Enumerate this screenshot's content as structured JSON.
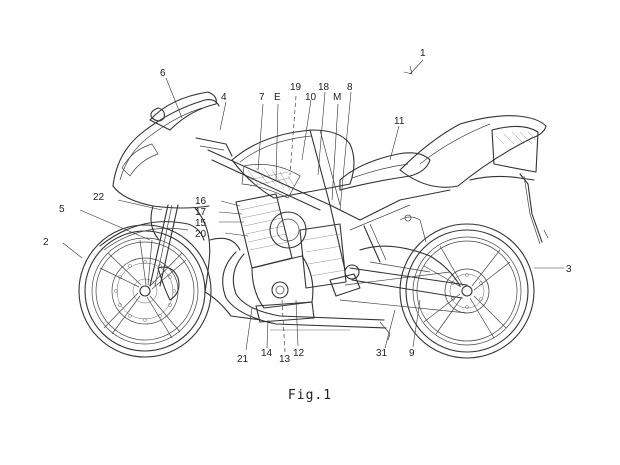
{
  "figure": {
    "caption": "Fig.1"
  },
  "reference_labels": {
    "r1": "1",
    "r2": "2",
    "r3": "3",
    "r4": "4",
    "r5": "5",
    "r6": "6",
    "r7": "7",
    "r8": "8",
    "r9": "9",
    "r10": "10",
    "r11": "11",
    "r12": "12",
    "r13": "13",
    "r14": "14",
    "r15": "15",
    "r16": "16",
    "r17": "17",
    "r18": "18",
    "r19": "19",
    "r20": "20",
    "r21": "21",
    "r22": "22",
    "r31": "31",
    "rE": "E",
    "rM": "M"
  }
}
